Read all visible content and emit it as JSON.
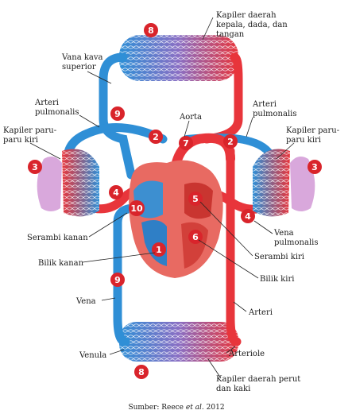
{
  "labels": {
    "kapiler_kepala": [
      "Kapiler daerah",
      "kepala, dada, dan",
      "tangan"
    ],
    "vana_kava_superior": [
      "Vana kava",
      "superior"
    ],
    "arteri_pulmonalis_left": [
      "Arteri",
      "pulmonalis"
    ],
    "arteri_pulmonalis_right": [
      "Arteri",
      "pulmonalis"
    ],
    "aorta": "Aorta",
    "kapiler_paru_kiri_left": [
      "Kapiler paru-",
      "paru kiri"
    ],
    "kapiler_paru_kiri_right": [
      "Kapiler paru-",
      "paru kiri"
    ],
    "serambi_kanan": "Serambi kanan",
    "bilik_kanan": "Bilik kanan",
    "vena_pulmonalis": [
      "Vena",
      "pulmonalis"
    ],
    "serambi_kiri": "Serambi kiri",
    "bilik_kiri": "Bilik kiri",
    "vena": "Vena",
    "arteri": "Arteri",
    "venula": "Venula",
    "arteriole": "Arteriole",
    "kapiler_perut": [
      "Kapiler daerah perut",
      "dan kaki"
    ],
    "source_prefix": "Sumber: Reece ",
    "source_italic": "et al.",
    "source_suffix": " 2012"
  },
  "badges": {
    "top_8": "8",
    "bottom_8": "8",
    "left_9": "9",
    "lower_9": "9",
    "left_2": "2",
    "right_2": "2",
    "aorta_7": "7",
    "left_3": "3",
    "right_3": "3",
    "left_4": "4",
    "right_4": "4",
    "ten": "10",
    "one": "1",
    "five": "5",
    "six": "6"
  },
  "colors": {
    "oxygen_poor": "#2f8fd6",
    "oxygen_rich": "#e8353b",
    "badge": "#d9242b",
    "lung": "#d9a8dc",
    "heart": "#e86a62"
  }
}
